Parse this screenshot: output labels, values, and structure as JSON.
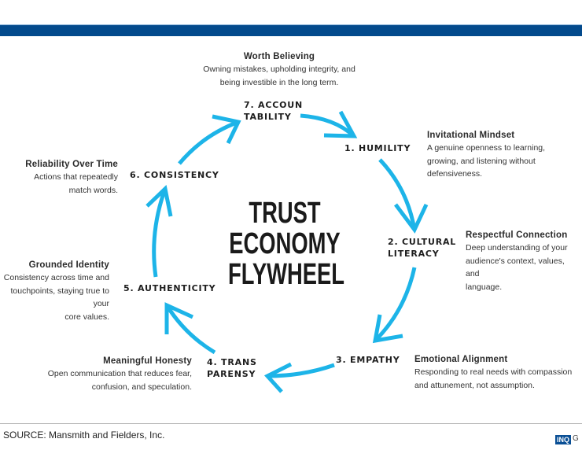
{
  "header_bar_color": "#034a8c",
  "arrow_color": "#1db4e8",
  "center_title": [
    "TRUST",
    "ECONOMY",
    "FLYWHEEL"
  ],
  "steps": [
    {
      "label": [
        "1. HUMILITY"
      ],
      "heading": "Invitational Mindset",
      "desc": [
        "A genuine openness to learning,",
        "growing, and listening without",
        "defensiveness."
      ]
    },
    {
      "label": [
        "2. CULTURAL",
        "LITERACY"
      ],
      "heading": "Respectful Connection",
      "desc": [
        "Deep understanding of your",
        "audience's context, values, and",
        "language."
      ]
    },
    {
      "label": [
        "3. EMPATHY"
      ],
      "heading": "Emotional Alignment",
      "desc": [
        "Responding to real needs with compassion",
        "and attunement, not assumption."
      ]
    },
    {
      "label": [
        "4. TRANS",
        "PARENSY"
      ],
      "heading": "Meaningful Honesty",
      "desc": [
        "Open communication that reduces fear,",
        "confusion, and speculation."
      ]
    },
    {
      "label": [
        "5. AUTHENTICITY"
      ],
      "heading": "Grounded Identity",
      "desc": [
        "Consistency across time and",
        "touchpoints, staying true to your",
        "core values."
      ]
    },
    {
      "label": [
        "6. CONSISTENCY"
      ],
      "heading": "Reliability Over Time",
      "desc": [
        "Actions that repeatedly",
        "match words."
      ]
    },
    {
      "label": [
        "7. ACCOUN",
        "TABILITY"
      ],
      "heading": "Worth Believing",
      "desc": [
        "Owning mistakes, upholding integrity, and",
        "being investible in the long term."
      ]
    }
  ],
  "source": "SOURCE: Mansmith and Fielders, Inc.",
  "logo": "INQ",
  "logo_suffix": "G"
}
